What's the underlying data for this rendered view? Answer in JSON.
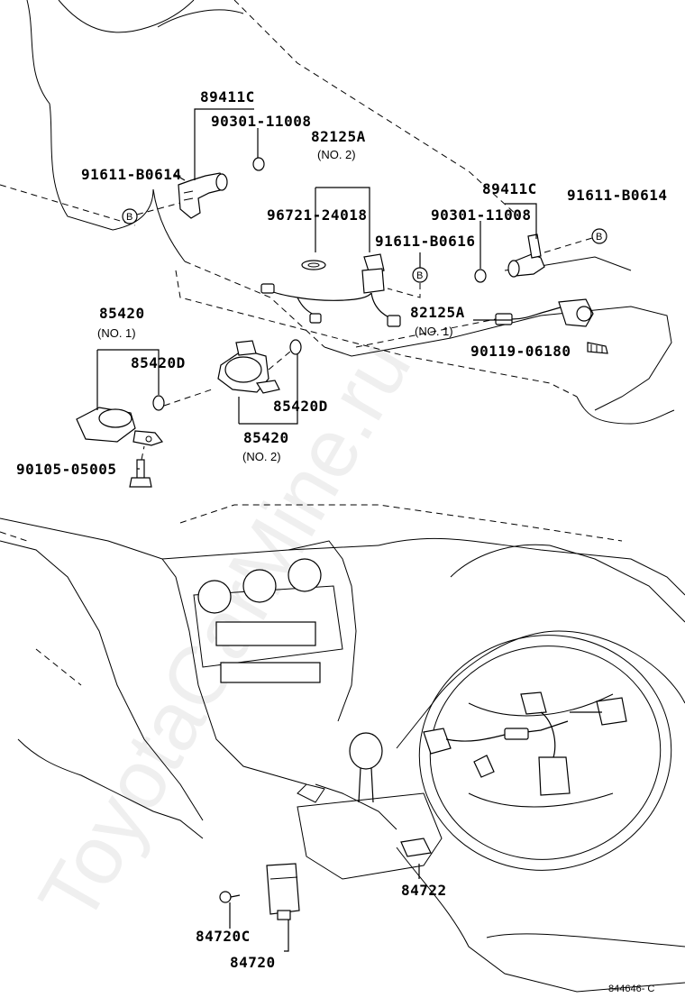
{
  "watermark": "ToyotaCarMine.ru",
  "reference_id": "844646- C",
  "callouts": {
    "p89411c_left": "89411C",
    "p90301_left": "90301-11008",
    "p91611_left": "91611-B0614",
    "p82125a_top": "82125A",
    "no2_top": "(NO. 2)",
    "p96721": "96721-24018",
    "p89411c_right": "89411C",
    "p90301_right": "90301-11008",
    "p91611_right": "91611-B0614",
    "p91611_mid": "91611-B0616",
    "p82125a_mid": "82125A",
    "no1_mid": "(NO. 1)",
    "p90119": "90119-06180",
    "p85420_left": "85420",
    "no1_left": "(NO. 1)",
    "p85420d_left": "85420D",
    "p85420d_right": "85420D",
    "p85420_right": "85420",
    "no2_right": "(NO. 2)",
    "p90105": "90105-05005",
    "p84722": "84722",
    "p84720c": "84720C",
    "p84720": "84720"
  },
  "markers": {
    "b": "B"
  }
}
